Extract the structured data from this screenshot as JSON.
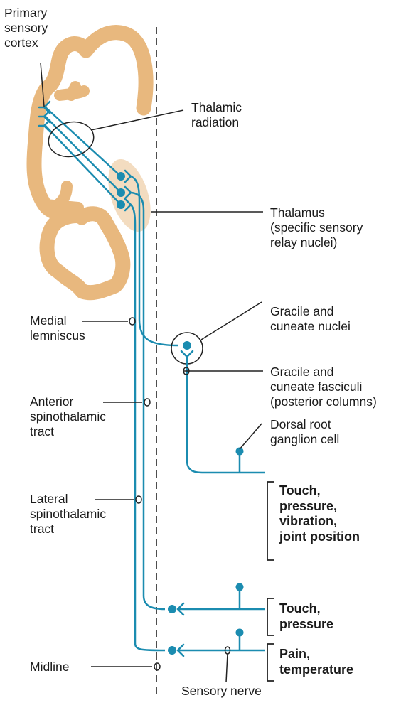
{
  "colors": {
    "tract": "#1b8cb0",
    "brain": "#e8b87e",
    "thalamus": "#f3dcc0",
    "leader": "#222222"
  },
  "labels": {
    "primary_sensory_cortex": [
      "Primary",
      "sensory",
      "cortex"
    ],
    "thalamic_radiation": [
      "Thalamic",
      "radiation"
    ],
    "thalamus": [
      "Thalamus",
      "(specific sensory",
      "relay nuclei)"
    ],
    "medial_lemniscus": [
      "Medial",
      "lemniscus"
    ],
    "gracile_cuneate_nuclei": [
      "Gracile and",
      "cuneate nuclei"
    ],
    "gracile_cuneate_fasciculi": [
      "Gracile and",
      "cuneate fasciculi",
      "(posterior columns)"
    ],
    "anterior_spinothalamic": [
      "Anterior",
      "spinothalamic",
      "tract"
    ],
    "dorsal_root_ganglion": [
      "Dorsal root",
      "ganglion cell"
    ],
    "lateral_spinothalamic": [
      "Lateral",
      "spinothalamic",
      "tract"
    ],
    "midline": "Midline",
    "sensory_nerve": "Sensory nerve"
  },
  "modalities": {
    "touch_pressure_vibration": [
      "Touch,",
      "pressure,",
      "vibration,",
      "joint position"
    ],
    "touch_pressure": [
      "Touch,",
      "pressure"
    ],
    "pain_temperature": [
      "Pain,",
      "temperature"
    ]
  }
}
